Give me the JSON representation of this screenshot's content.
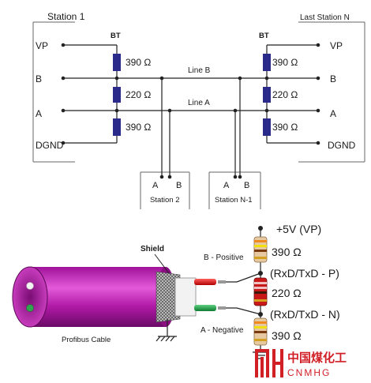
{
  "top": {
    "station1": "Station 1",
    "station_last": "Last Station N",
    "station2": "Station 2",
    "station_n1": "Station N-1",
    "bt": "BT",
    "line_b": "Line B",
    "line_a": "Line A",
    "sig_vp": "VP",
    "sig_b": "B",
    "sig_a": "A",
    "sig_dgnd": "DGND",
    "r1": "390 Ω",
    "r2": "220 Ω",
    "r3": "390 Ω"
  },
  "bottom": {
    "shield": "Shield",
    "cable": "Profibus Cable",
    "b_pos": "B - Positive",
    "a_neg": "A - Negative",
    "vp": "+5V (VP)",
    "rxp": "(RxD/TxD - P)",
    "rxn": "(RxD/TxD - N)",
    "r1": "390 Ω",
    "r2": "220 Ω",
    "r3": "390 Ω"
  },
  "watermark": {
    "cn": "中国煤化工",
    "en": "CNMHG"
  }
}
